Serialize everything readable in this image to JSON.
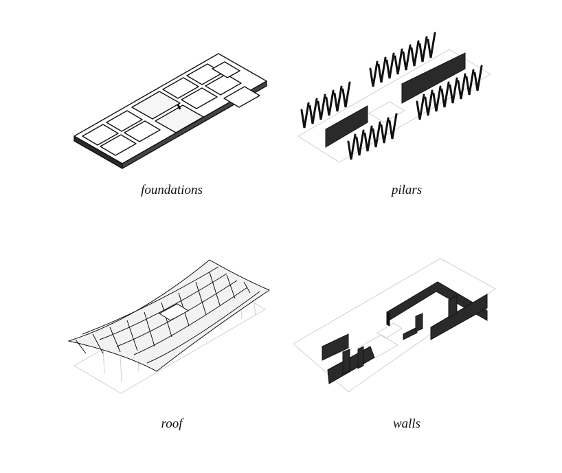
{
  "captions": {
    "foundations": "foundations",
    "pilars": "pilars",
    "roof": "roof",
    "walls": "walls"
  },
  "colors": {
    "solid": "#2a2a2a",
    "outline": "#111111",
    "light_line": "#cfcfcf",
    "background": "#ffffff"
  }
}
